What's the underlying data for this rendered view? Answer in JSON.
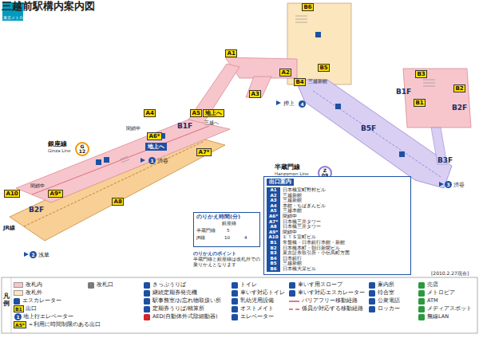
{
  "diagram": {
    "title": "三越前駅構内案内図",
    "nodes": [
      {
        "text": [
          "東京メトロ"
        ]
      },
      {
        "text": [
          "B6"
        ]
      },
      {
        "text": [
          "A1"
        ]
      },
      {
        "text": [
          "B5"
        ]
      },
      {
        "text": [
          "A2"
        ]
      },
      {
        "text": [
          "B4"
        ]
      },
      {
        "text": [
          "A3"
        ]
      },
      {
        "text": [
          "B3"
        ]
      },
      {
        "text": [
          "B2"
        ]
      },
      {
        "text": [
          "B1"
        ]
      },
      {
        "text": [
          "A4"
        ]
      },
      {
        "text": [
          "A5"
        ]
      },
      {
        "text": [
          "地上へ"
        ]
      },
      {
        "text": [
          "A6*"
        ]
      },
      {
        "text": [
          "地上へ"
        ]
      },
      {
        "text": [
          "A7*"
        ]
      },
      {
        "text": [
          "A9*"
        ]
      },
      {
        "text": [
          "A10"
        ]
      },
      {
        "text": [
          "A8"
        ]
      },
      {
        "text": [
          "G",
          "12"
        ]
      },
      {
        "text": [
          "Z",
          "09"
        ]
      },
      {
        "text": [
          "出口案内"
        ]
      },
      {
        "text": [
          "A1",
          "日本橋室町野村ビル"
        ],
        "in": 21
      },
      {
        "text": [
          "A2",
          "三越新館"
        ],
        "in": 21
      },
      {
        "text": [
          "A3",
          "三越新館"
        ],
        "in": 21
      },
      {
        "text": [
          "A4",
          "本館・ちばぎんビル"
        ],
        "in": 21
      },
      {
        "text": [
          "A5",
          "三越本館"
        ],
        "in": 21
      },
      {
        "text": [
          "A6*",
          "閉鎖中"
        ],
        "in": 21
      },
      {
        "text": [
          "A7*",
          "日本橋三井タワー"
        ],
        "in": 21
      },
      {
        "text": [
          "A8",
          "日本橋三井タワー"
        ],
        "in": 21
      },
      {
        "text": [
          "A9*",
          "閉鎖中"
        ],
        "in": 21
      },
      {
        "text": [
          "A10",
          "ＥＴＳ室町ビル"
        ],
        "in": 21
      },
      {
        "text": [
          "B1",
          "常盤橋・日本銀行本館・新館"
        ],
        "in": 21
      },
      {
        "text": [
          "B2",
          "日本橋本町・朝日新聞ビル"
        ],
        "in": 21
      },
      {
        "text": [
          "B3",
          "東京証券取引所・小伝馬町方面"
        ],
        "in": 21
      },
      {
        "text": [
          "B4",
          "日本銀行"
        ],
        "in": 21
      },
      {
        "text": [
          "B5",
          "三越新館"
        ],
        "in": 21
      },
      {
        "text": [
          "B6",
          "日本橋大栄ビル"
        ],
        "in": 21
      },
      {
        "text": [
          "のりかえ時間(分)"
        ]
      }
    ],
    "labels": [
      "銀座線",
      "Ginza Line",
      "半蔵門線",
      "Hanzomon Line",
      "B1F",
      "B2F",
      "B5F",
      "B3F",
      "B1F",
      "B2F",
      "閉鎖中",
      "閉鎖中",
      "三越へ",
      "三越新館",
      "押上",
      "4",
      "1",
      "渋谷",
      "3",
      "渋谷",
      "2",
      "浅草",
      "JR線",
      "銀座線",
      "半蔵門線",
      "5",
      "JR線",
      "10",
      "4",
      "のりかえのポイント",
      "半蔵門線と銀座線は改札外での乗りかえとなります",
      "[2010.2.27現在]",
      "凡例",
      "B1",
      "1",
      "A5*"
    ],
    "legend": [
      {
        "text": "改札内",
        "color": "#f7c6cc"
      },
      {
        "text": "改札外",
        "color": "#fce6bd"
      },
      {
        "text": "エスカレーター"
      },
      {
        "text": "出口"
      },
      {
        "text": "地上行エレベーター"
      },
      {
        "text": "＝利用に時間制限のある出口"
      },
      {
        "text": "改札口"
      },
      {
        "text": "きっぷうりば"
      },
      {
        "text": "継続定期券発売機"
      },
      {
        "text": "駅事務室/お忘れ物取扱い所"
      },
      {
        "text": "定期券うりば/精算所"
      },
      {
        "text": "AED(自動体外式除細動器)"
      },
      {
        "text": "トイレ"
      },
      {
        "text": "車いす対応トイレ"
      },
      {
        "text": "乳幼児用設備"
      },
      {
        "text": "オストメイト"
      },
      {
        "text": "エレベーター"
      },
      {
        "text": "車いす用スロープ"
      },
      {
        "text": "車いす対応エスカレーター"
      },
      {
        "text": "バリアフリー移動経路"
      },
      {
        "text": "係員が対応する移動経路"
      },
      {
        "text": "案内所"
      },
      {
        "text": "待合室"
      },
      {
        "text": "公衆電話"
      },
      {
        "text": "ロッカー"
      },
      {
        "text": "売店"
      },
      {
        "text": "メトロピア"
      },
      {
        "text": "ATM"
      },
      {
        "text": "メディアスポット"
      },
      {
        "text": "無線LAN"
      }
    ]
  }
}
